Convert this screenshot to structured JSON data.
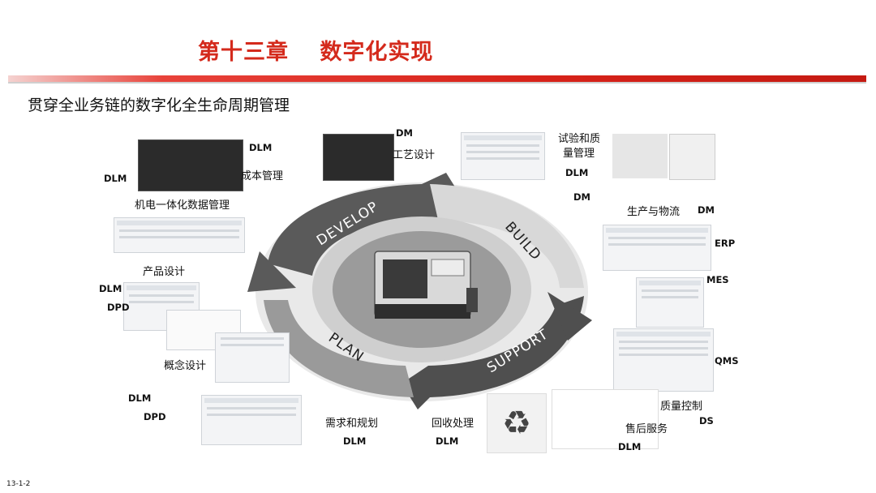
{
  "header": {
    "title": "第十三章　 数字化实现",
    "subtitle": "贯穿全业务链的数字化全生命周期管理"
  },
  "cycle": {
    "develop": "DEVELOP",
    "build": "BUILD",
    "support": "SUPPORT",
    "plan": "PLAN"
  },
  "labels": {
    "cost_dlm": "DLM",
    "cost_name": "成本管理",
    "left_dlm": "DLM",
    "mech": "机电一体化数据管理",
    "proc_dm": "DM",
    "proc_name": "工艺设计",
    "test_name1": "试验和质",
    "test_name2": "量管理",
    "test_dlm": "DLM",
    "dm2": "DM",
    "prod_name": "生产与物流",
    "prod_dm": "DM",
    "erp": "ERP",
    "mes": "MES",
    "qms": "QMS",
    "product_design": "产品设计",
    "pd_dlm": "DLM",
    "pd_dpd": "DPD",
    "concept": "概念设计",
    "req_dlm": "DLM",
    "req_dpd": "DPD",
    "req_name": "需求和规划",
    "req_dlm2": "DLM",
    "recycle_name": "回收处理",
    "recycle_dlm": "DLM",
    "quality_name": "质量控制",
    "quality_ds": "DS",
    "after_sales": "售后服务",
    "after_dlm": "DLM"
  },
  "footer": {
    "page": "13-1-2"
  },
  "colors": {
    "accent": "#d42a1c",
    "arrow_dark": "#4a4a4a",
    "arrow_mid": "#8a8a8a",
    "arrow_light": "#d6d6d6"
  }
}
